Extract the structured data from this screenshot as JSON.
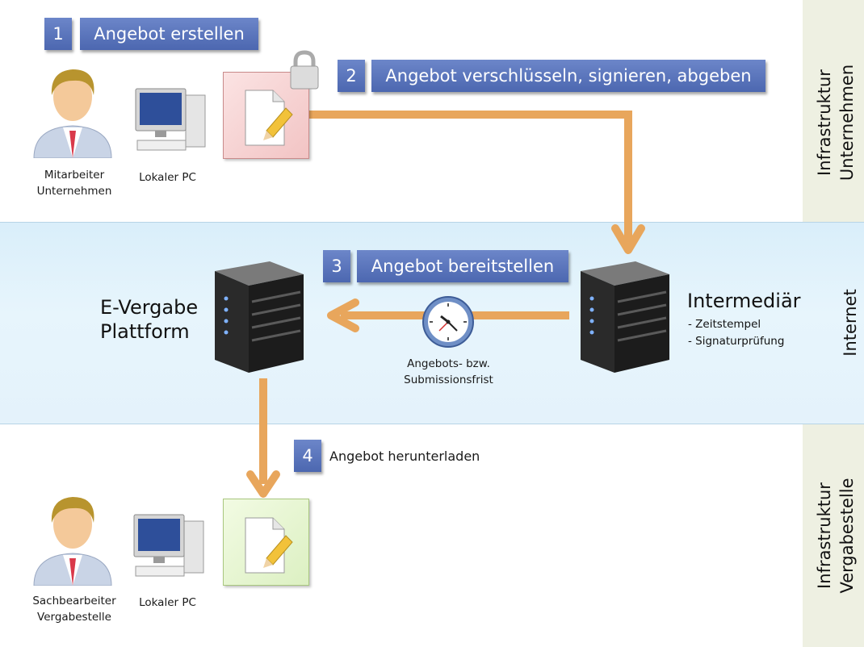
{
  "zones": {
    "top_right": "Infrastruktur\nUnternehmen",
    "middle_right": "Internet",
    "bottom_right": "Infrastruktur\nVergabestelle"
  },
  "steps": [
    {
      "num": "1",
      "label": "Angebot erstellen"
    },
    {
      "num": "2",
      "label": "Angebot verschlüsseln, signieren, abgeben"
    },
    {
      "num": "3",
      "label": "Angebot bereitstellen"
    },
    {
      "num": "4",
      "label": "Angebot herunterladen"
    }
  ],
  "actors": {
    "mitarbeiter": "Mitarbeiter\nUnternehmen",
    "pc_top": "Lokaler PC",
    "sachbearbeiter": "Sachbearbeiter\nVergabestelle",
    "pc_bottom": "Lokaler PC"
  },
  "platform": {
    "title": "E-Vergabe\nPlattform"
  },
  "intermediary": {
    "title": "Intermediär",
    "features": [
      "- Zeitstempel",
      "- Signaturprüfung"
    ]
  },
  "clock_caption": "Angebots- bzw.\nSubmissionsfrist",
  "colors": {
    "arrow": "#e8a65c",
    "badge": "#5570b8",
    "band": "#dff1fb",
    "zone": "#eef0e2"
  }
}
